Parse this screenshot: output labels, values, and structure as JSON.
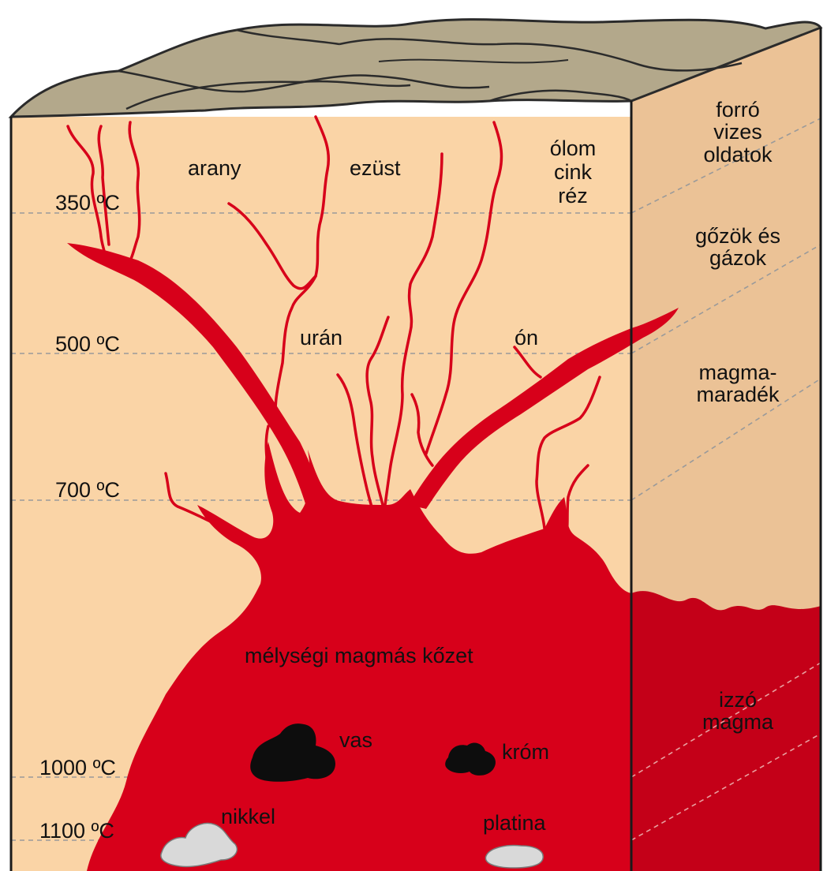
{
  "temperatures": {
    "t350": "350 ºC",
    "t500": "500 ºC",
    "t700": "700 ºC",
    "t1000": "1000 ºC",
    "t1100": "1100 ºC"
  },
  "front_labels": {
    "arany": "arany",
    "ezust": "ezüst",
    "olom": "ólom",
    "cink": "cink",
    "rez": "réz",
    "uran": "urán",
    "on": "ón",
    "kozet": "mélységi magmás kőzet",
    "vas": "vas",
    "krom": "króm",
    "nikkel": "nikkel",
    "platina": "platina"
  },
  "side_labels": {
    "zone1": [
      "forró",
      "vizes",
      "oldatok"
    ],
    "zone2": [
      "gőzök és",
      "gázok"
    ],
    "zone3": [
      "magma-",
      "maradék"
    ],
    "zone4": [
      "izzó",
      "magma"
    ]
  },
  "colors": {
    "crust": "#fad4a6",
    "side_face": "#ebc296",
    "magma": "#d7001a",
    "magma_side": "#c40018",
    "terrain": "#b3a88b",
    "ore_black": "#0d0d0d",
    "ore_grey": "#d9d9d9"
  }
}
